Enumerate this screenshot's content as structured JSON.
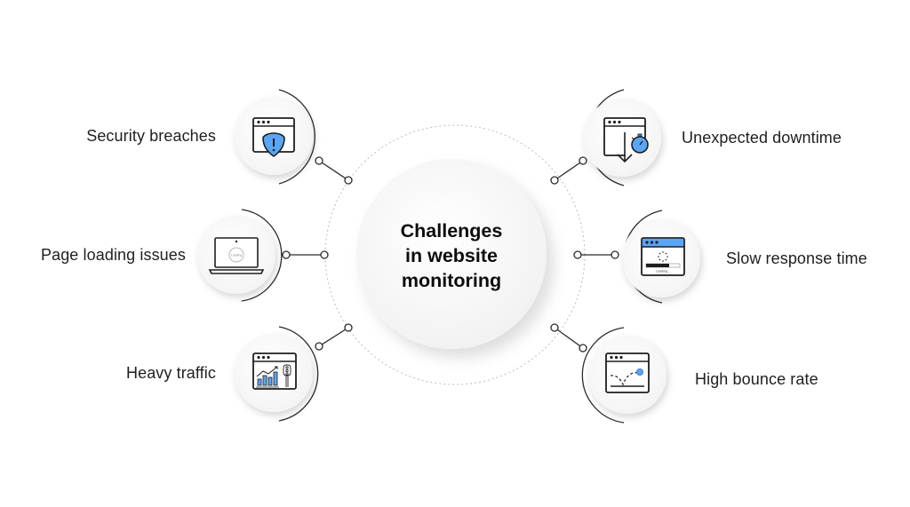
{
  "title": {
    "lines": [
      "Challenges",
      "in website",
      "monitoring"
    ]
  },
  "challenges": [
    {
      "id": "security",
      "label": "Security breaches",
      "side": "left",
      "icon": "shield-warning-icon"
    },
    {
      "id": "page-loading",
      "label": "Page loading issues",
      "side": "left",
      "icon": "laptop-loading-icon"
    },
    {
      "id": "traffic",
      "label": "Heavy traffic",
      "side": "left",
      "icon": "traffic-chart-icon"
    },
    {
      "id": "downtime",
      "label": "Unexpected downtime",
      "side": "right",
      "icon": "stopwatch-down-icon"
    },
    {
      "id": "slow-response",
      "label": "Slow response time",
      "side": "right",
      "icon": "loading-browser-icon"
    },
    {
      "id": "bounce",
      "label": "High bounce rate",
      "side": "right",
      "icon": "bounce-ball-icon"
    }
  ],
  "icon_texts": {
    "loading": "Loading...",
    "laptop_loading": "Loading"
  },
  "colors": {
    "accent": "#5aa5f5",
    "accent_dark": "#2f7fd6",
    "line": "#2b2b2b",
    "text": "#1f1f1f",
    "dotted": "#bdbdbd"
  }
}
